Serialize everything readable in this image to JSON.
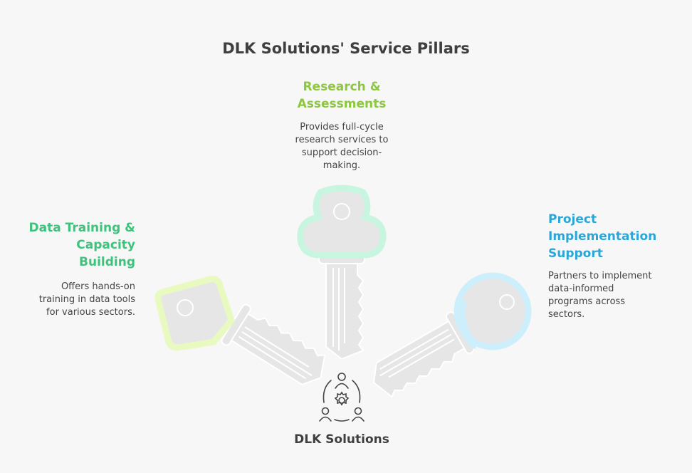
{
  "title": "DLK Solutions' Service Pillars",
  "center": {
    "label": "DLK Solutions",
    "icon": "team-gear-icon"
  },
  "pillars": [
    {
      "title_line1": "Research &",
      "title_line2": "Assessments",
      "desc_lines": [
        "Provides full-cycle",
        "research services to",
        "support decision-",
        "making."
      ],
      "color": "#8dc63f",
      "ring": "#c8f5df"
    },
    {
      "title_line1": "Data Training &",
      "title_line2": "Capacity",
      "title_line3": "Building",
      "desc_lines": [
        "Offers hands-on",
        "training in data tools",
        "for various sectors."
      ],
      "color": "#3cc47c",
      "ring": "#e8fac0"
    },
    {
      "title_line1": "Project",
      "title_line2": "Implementation",
      "title_line3": "Support",
      "desc_lines": [
        "Partners to implement",
        "data-informed",
        "programs across",
        "sectors."
      ],
      "color": "#2ba6d6",
      "ring": "#cdeffb"
    }
  ]
}
